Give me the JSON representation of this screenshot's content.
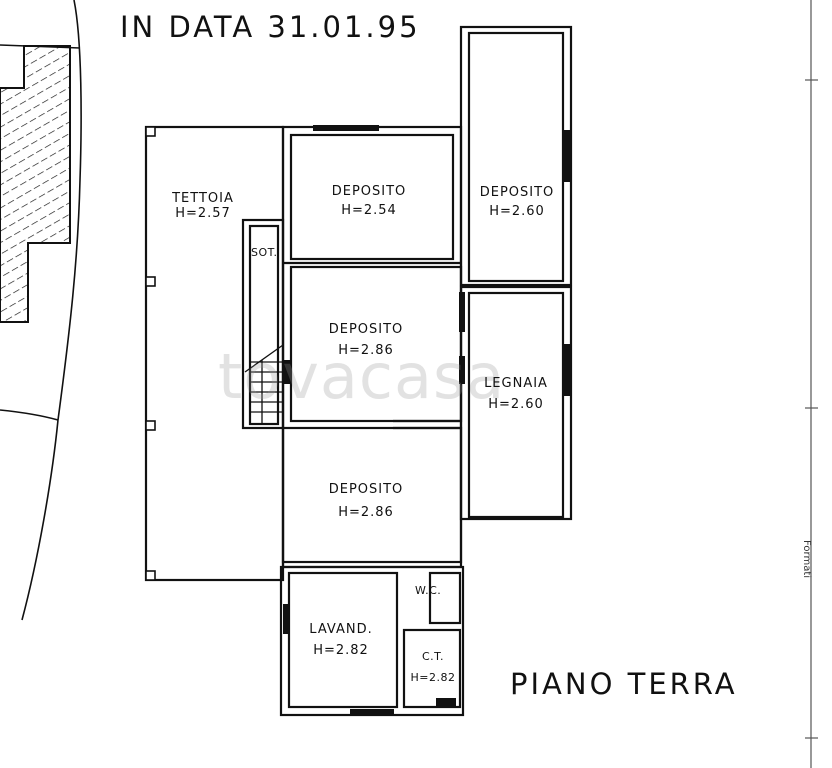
{
  "header": {
    "date_title": "IN DATA 31.01.95"
  },
  "floor": {
    "name": "PIANO TERRA"
  },
  "rooms": {
    "tettoia": {
      "name": "TETTOIA",
      "height": "H=2.57"
    },
    "deposito_top": {
      "name": "DEPOSITO",
      "height": "H=2.54"
    },
    "deposito_right": {
      "name": "DEPOSITO",
      "height": "H=2.60"
    },
    "sottoscala": {
      "name": "SOT."
    },
    "deposito_mid": {
      "name": "DEPOSITO",
      "height": "H=2.86"
    },
    "legnaia": {
      "name": "LEGNAIA",
      "height": "H=2.60"
    },
    "deposito_low": {
      "name": "DEPOSITO",
      "height": "H=2.86"
    },
    "wc": {
      "name": "W.C."
    },
    "lavanderia": {
      "name": "LAVAND.",
      "height": "H=2.82"
    },
    "centrale_termica": {
      "name": "C.T.",
      "height": "H=2.82"
    }
  },
  "watermark": {
    "text": "tovacasa"
  },
  "side_label": {
    "text": "Formati"
  }
}
